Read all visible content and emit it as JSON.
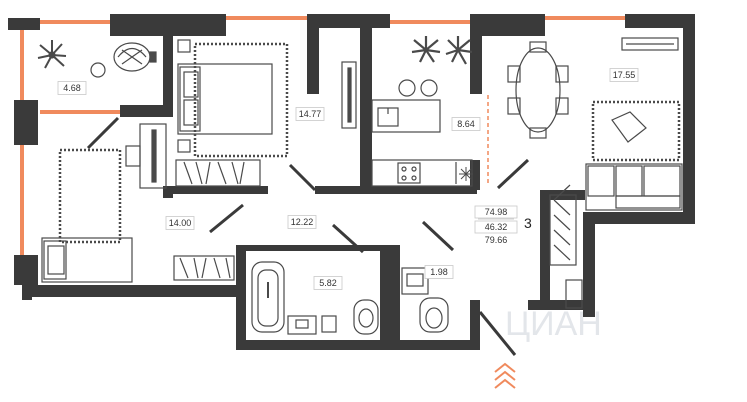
{
  "colors": {
    "wall": "#3a3a3a",
    "window": "#f08a5d",
    "furniture": "#4a4a4a",
    "label_bg": "#ffffff",
    "label_border": "#c9c9c9",
    "entry_arrow": "#f08a5d",
    "watermark": "#e3e6ea"
  },
  "rooms": [
    {
      "id": "balcony-left",
      "area": "4.68"
    },
    {
      "id": "bedroom-main",
      "area": "14.77"
    },
    {
      "id": "kitchen",
      "area": "8.64"
    },
    {
      "id": "living-room",
      "area": "17.55"
    },
    {
      "id": "bedroom-second",
      "area": "14.00"
    },
    {
      "id": "hallway",
      "area": "12.22"
    },
    {
      "id": "bathroom",
      "area": "5.82"
    },
    {
      "id": "wc",
      "area": "1.98"
    }
  ],
  "summary": {
    "living_area_total": "74.98",
    "living_area": "46.32",
    "total_with_balcony": "79.66",
    "room_count": "3"
  },
  "icons": {
    "entry": "chevron-up-triple-icon",
    "fridge": "snowflake-icon",
    "plant": "plant-icon"
  }
}
